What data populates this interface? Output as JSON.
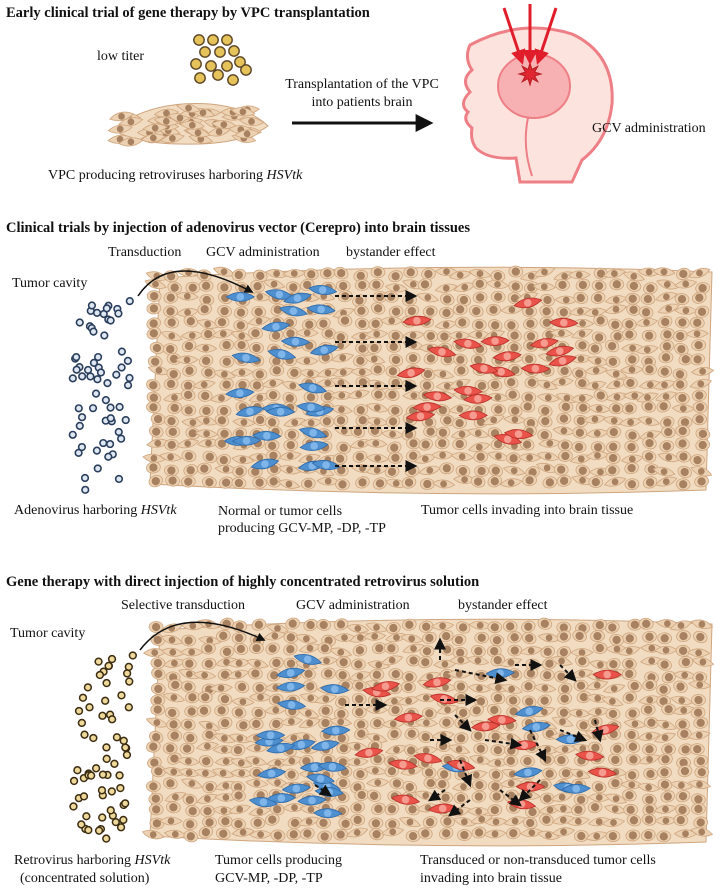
{
  "colors": {
    "background": "#ffffff",
    "tissue_cell": "#ecd2b2",
    "tissue_edge": "#cfa57e",
    "nucleus": "#a78160",
    "transduced_cell": "#4e8fd0",
    "bystander_cell": "#e9534a",
    "vector_particle": "#e6c35a",
    "adenovirus_particle": "#2a3e5c",
    "retrovirus_particle": "#efd99a",
    "head_fill": "#fde3de",
    "head_outline": "#ee7f86",
    "beam": "#e01e2b"
  },
  "panel1": {
    "title": "Early clinical trial of gene therapy by VPC transplantation",
    "low_titer": "low titer",
    "vpc_prefix": "VPC producing retroviruses harboring ",
    "vpc_gene": "HSVtk",
    "transplant_line1": "Transplantation of the VPC",
    "transplant_line2": "into patients brain",
    "gcv": "GCV administration",
    "icons": [
      "vector-particles",
      "vpc-cell-sheet",
      "arrow-right-icon",
      "head-profile-icon",
      "starburst-icon",
      "beam-arrows"
    ]
  },
  "panel2": {
    "title": "Clinical trials by injection of adenovirus vector (Cerepro) into brain tissues",
    "transduction": "Transduction",
    "gcv": "GCV administration",
    "bystander": "bystander effect",
    "cavity": "Tumor cavity",
    "vector_prefix": "Adenovirus harboring ",
    "vector_gene": "HSVtk",
    "normal_line1": "Normal or tumor cells",
    "normal_line2": "producing GCV-MP, -DP, -TP",
    "invading": "Tumor cells invading into brain tissue"
  },
  "panel3": {
    "title": "Gene therapy with direct injection of highly concentrated retrovirus solution",
    "transduction": "Selective transduction",
    "gcv": "GCV administration",
    "bystander": "bystander effect",
    "cavity": "Tumor cavity",
    "vector_prefix": "Retrovirus harboring ",
    "vector_gene": "HSVtk",
    "vector_line2": "(concentrated solution)",
    "producing_line1": "Tumor cells producing",
    "producing_line2": "GCV-MP, -DP, -TP",
    "transduced_line1": "Transduced or non-transduced tumor cells",
    "transduced_line2": "invading into brain tissue"
  }
}
